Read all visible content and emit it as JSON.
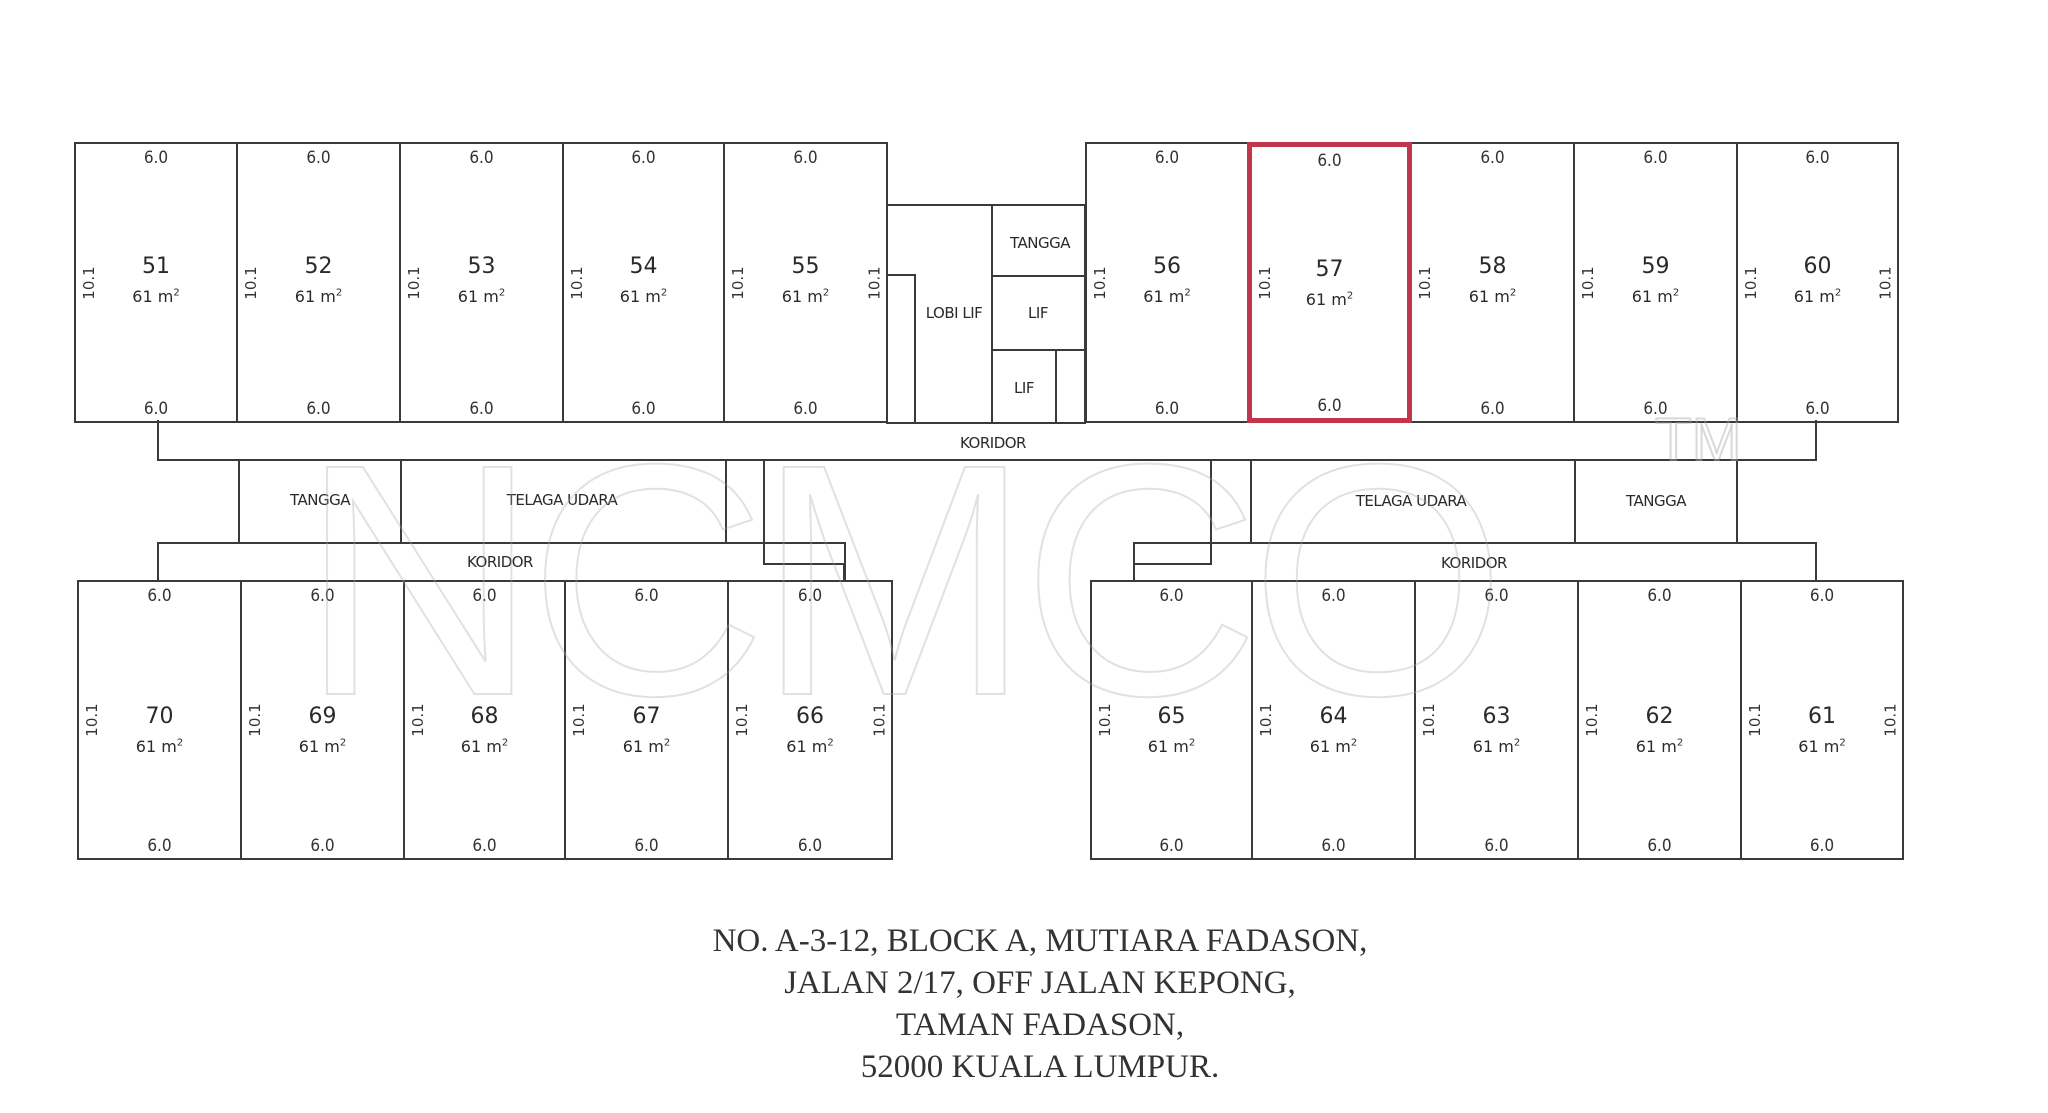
{
  "plan": {
    "highlight_color": "#c2364c",
    "highlighted_unit": "57",
    "unit_dimension_width": "6.0",
    "unit_dimension_depth": "10.1",
    "unit_area": "61 m",
    "unit_area_unit_sup": "2",
    "top_row_left": [
      "51",
      "52",
      "53",
      "54",
      "55"
    ],
    "top_row_right": [
      "56",
      "57",
      "58",
      "59",
      "60"
    ],
    "bottom_row_left": [
      "70",
      "69",
      "68",
      "67",
      "66"
    ],
    "bottom_row_right": [
      "65",
      "64",
      "63",
      "62",
      "61"
    ],
    "core": {
      "lobby": "LOBI LIF",
      "stairs": "TANGGA",
      "lift_1": "LIF",
      "lift_2": "LIF"
    },
    "labels": {
      "corridor_upper": "KORIDOR",
      "corridor_lower_left": "KORIDOR",
      "corridor_lower_right": "KORIDOR",
      "stairs_left": "TANGGA",
      "airwell_left": "TELAGA UDARA",
      "airwell_right": "TELAGA UDARA",
      "stairs_right": "TANGGA"
    }
  },
  "watermark": {
    "text": "NCMCO",
    "tm": "TM"
  },
  "address": {
    "line1": "NO. A-3-12, BLOCK A, MUTIARA FADASON,",
    "line2": "JALAN 2/17, OFF JALAN KEPONG,",
    "line3": "TAMAN FADASON,",
    "line4": "52000 KUALA LUMPUR."
  }
}
